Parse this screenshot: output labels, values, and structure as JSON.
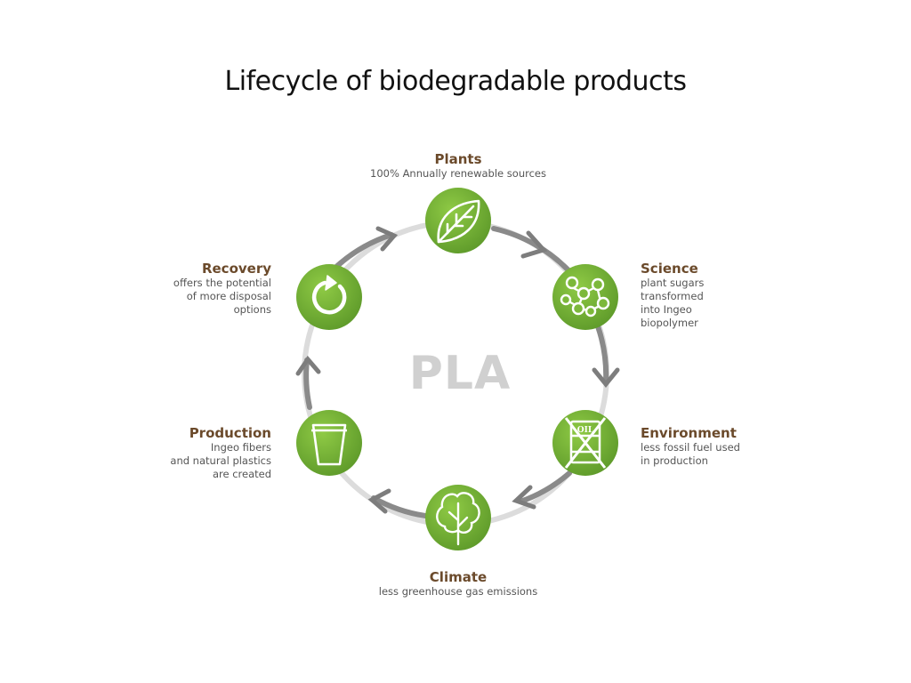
{
  "title": "Lifecycle of biodegradable products",
  "center_label": "PLA",
  "colors": {
    "node_green": "#7cb83a",
    "node_green_dark": "#5e9a2a",
    "heading_brown": "#6b4a2b",
    "ring_light": "#d8d8d8",
    "arrow_gray": "#8a8a8a"
  },
  "stages": [
    {
      "key": "plants",
      "title": "Plants",
      "description": "100% Annually renewable sources",
      "icon": "leaf-icon"
    },
    {
      "key": "science",
      "title": "Science",
      "description": "plant sugars\ntransformed\ninto Ingeo\nbiopolymer",
      "icon": "molecule-icon"
    },
    {
      "key": "environment",
      "title": "Environment",
      "description": "less fossil fuel used\nin production",
      "icon": "no-oil-icon"
    },
    {
      "key": "climate",
      "title": "Climate",
      "description": "less greenhouse gas emissions",
      "icon": "tree-icon"
    },
    {
      "key": "production",
      "title": "Production",
      "description": "Ingeo fibers\nand natural plastics\nare created",
      "icon": "cup-icon"
    },
    {
      "key": "recovery",
      "title": "Recovery",
      "description": "offers the potential\nof more disposal\noptions",
      "icon": "recycle-arrow-icon"
    }
  ]
}
